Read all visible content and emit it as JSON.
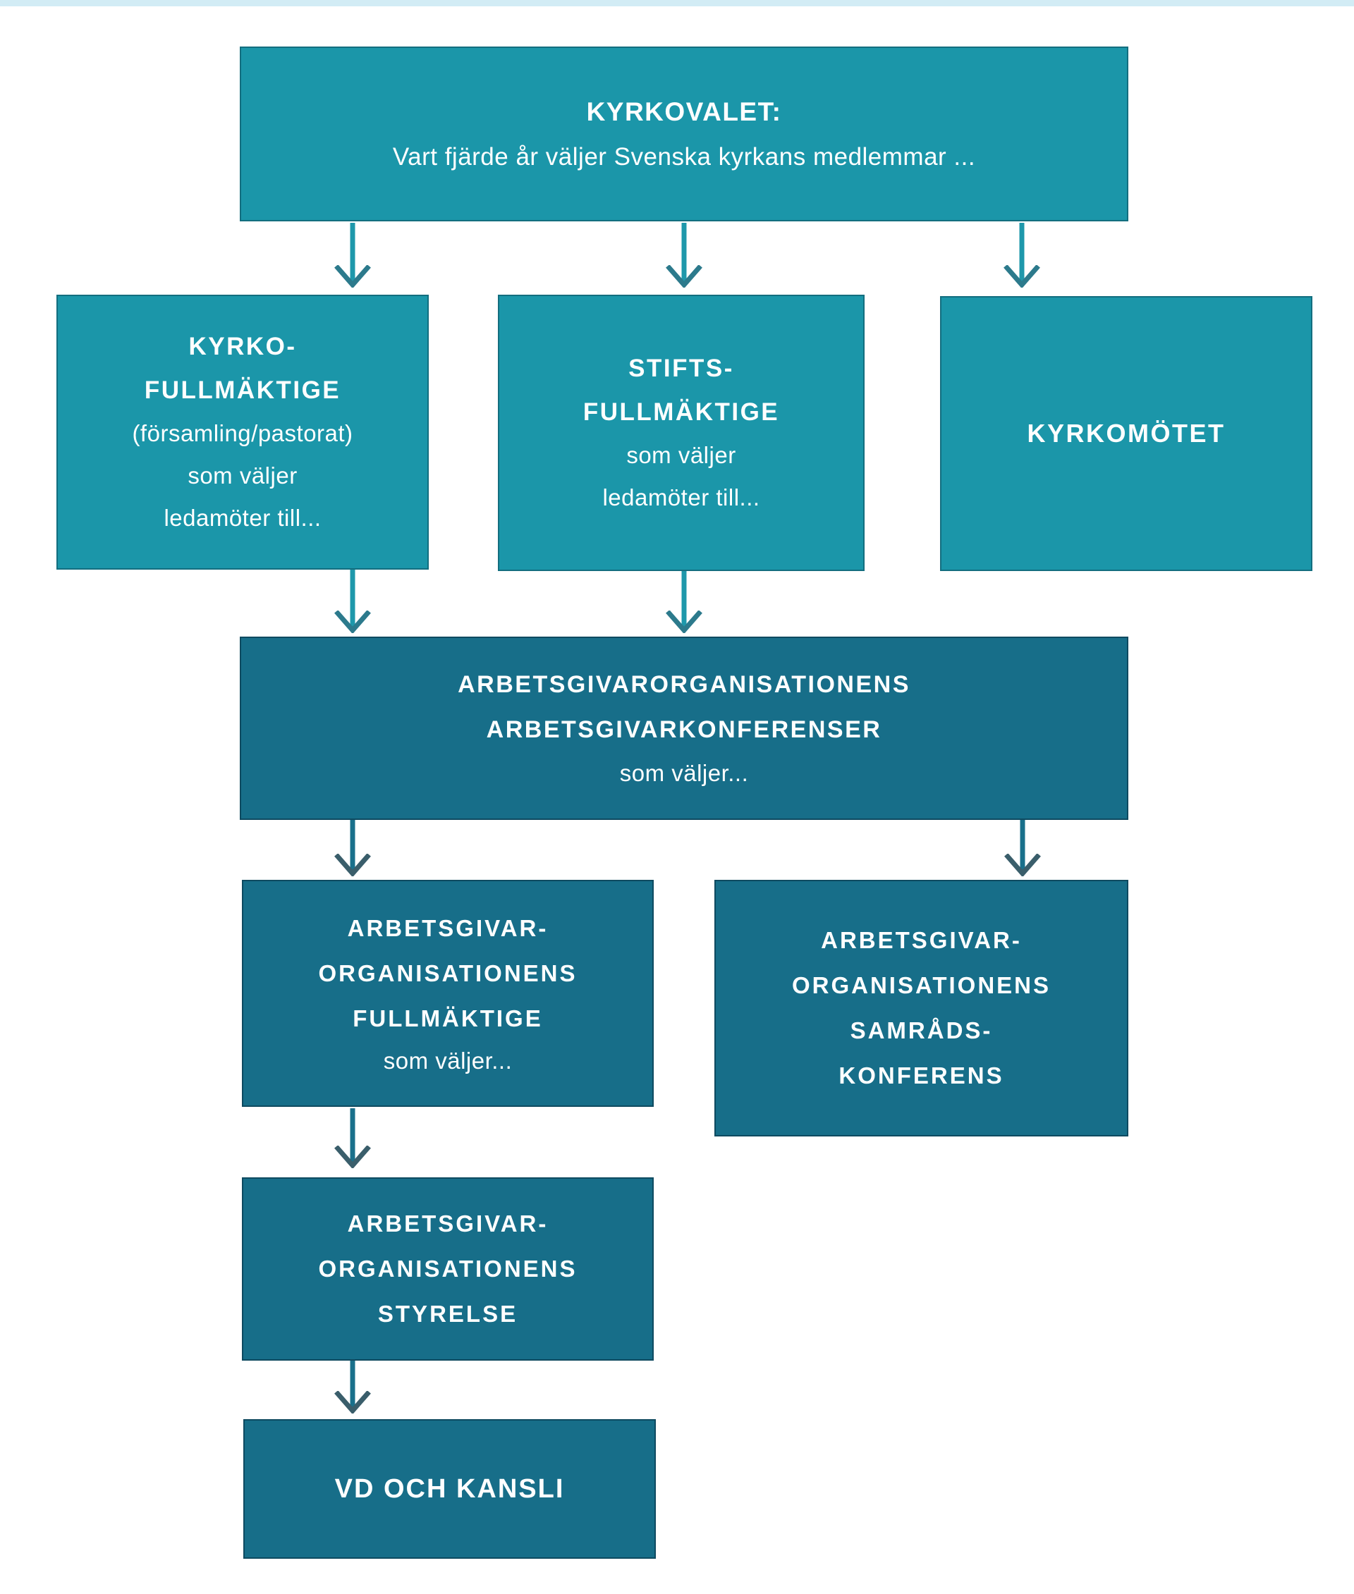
{
  "palette": {
    "light_teal": "#1B96A9",
    "dark_teal": "#176E89",
    "arrow_light": "#1E98AB",
    "arrow_dark": "#19708B",
    "text": "#FFFFFF",
    "top_band": "#D2ECF5"
  },
  "nodes": {
    "kyrkovalet": {
      "line1": "KYRKOVALET:",
      "line2": "Vart fjärde år väljer Svenska kyrkans medlemmar ..."
    },
    "kyrkofullmaktige": {
      "line1": "KYRKO-",
      "line2": "FULLMÄKTIGE",
      "line3": "(församling/pastorat)",
      "line4": "som väljer",
      "line5": "ledamöter till..."
    },
    "stiftsfullmaktige": {
      "line1": "STIFTS-",
      "line2": "FULLMÄKTIGE",
      "line3": "som väljer",
      "line4": "ledamöter till..."
    },
    "kyrkomotet": {
      "line1": "KYRKOMÖTET"
    },
    "arbetsgivarkonferenser": {
      "line1": "ARBETSGIVARORGANISATIONENS",
      "line2": "ARBETSGIVARKONFERENSER",
      "line3": "som väljer..."
    },
    "arbetsgivarfullmaktige": {
      "line1": "ARBETSGIVAR-",
      "line2": "ORGANISATIONENS",
      "line3": "FULLMÄKTIGE",
      "line4": "som väljer..."
    },
    "samradskonferens": {
      "line1": "ARBETSGIVAR-",
      "line2": "ORGANISATIONENS",
      "line3": "SAMRÅDS-",
      "line4": "KONFERENS"
    },
    "styrelse": {
      "line1": "ARBETSGIVAR-",
      "line2": "ORGANISATIONENS",
      "line3": "STYRELSE"
    },
    "vd_kansli": {
      "line1": "VD OCH KANSLI"
    }
  }
}
